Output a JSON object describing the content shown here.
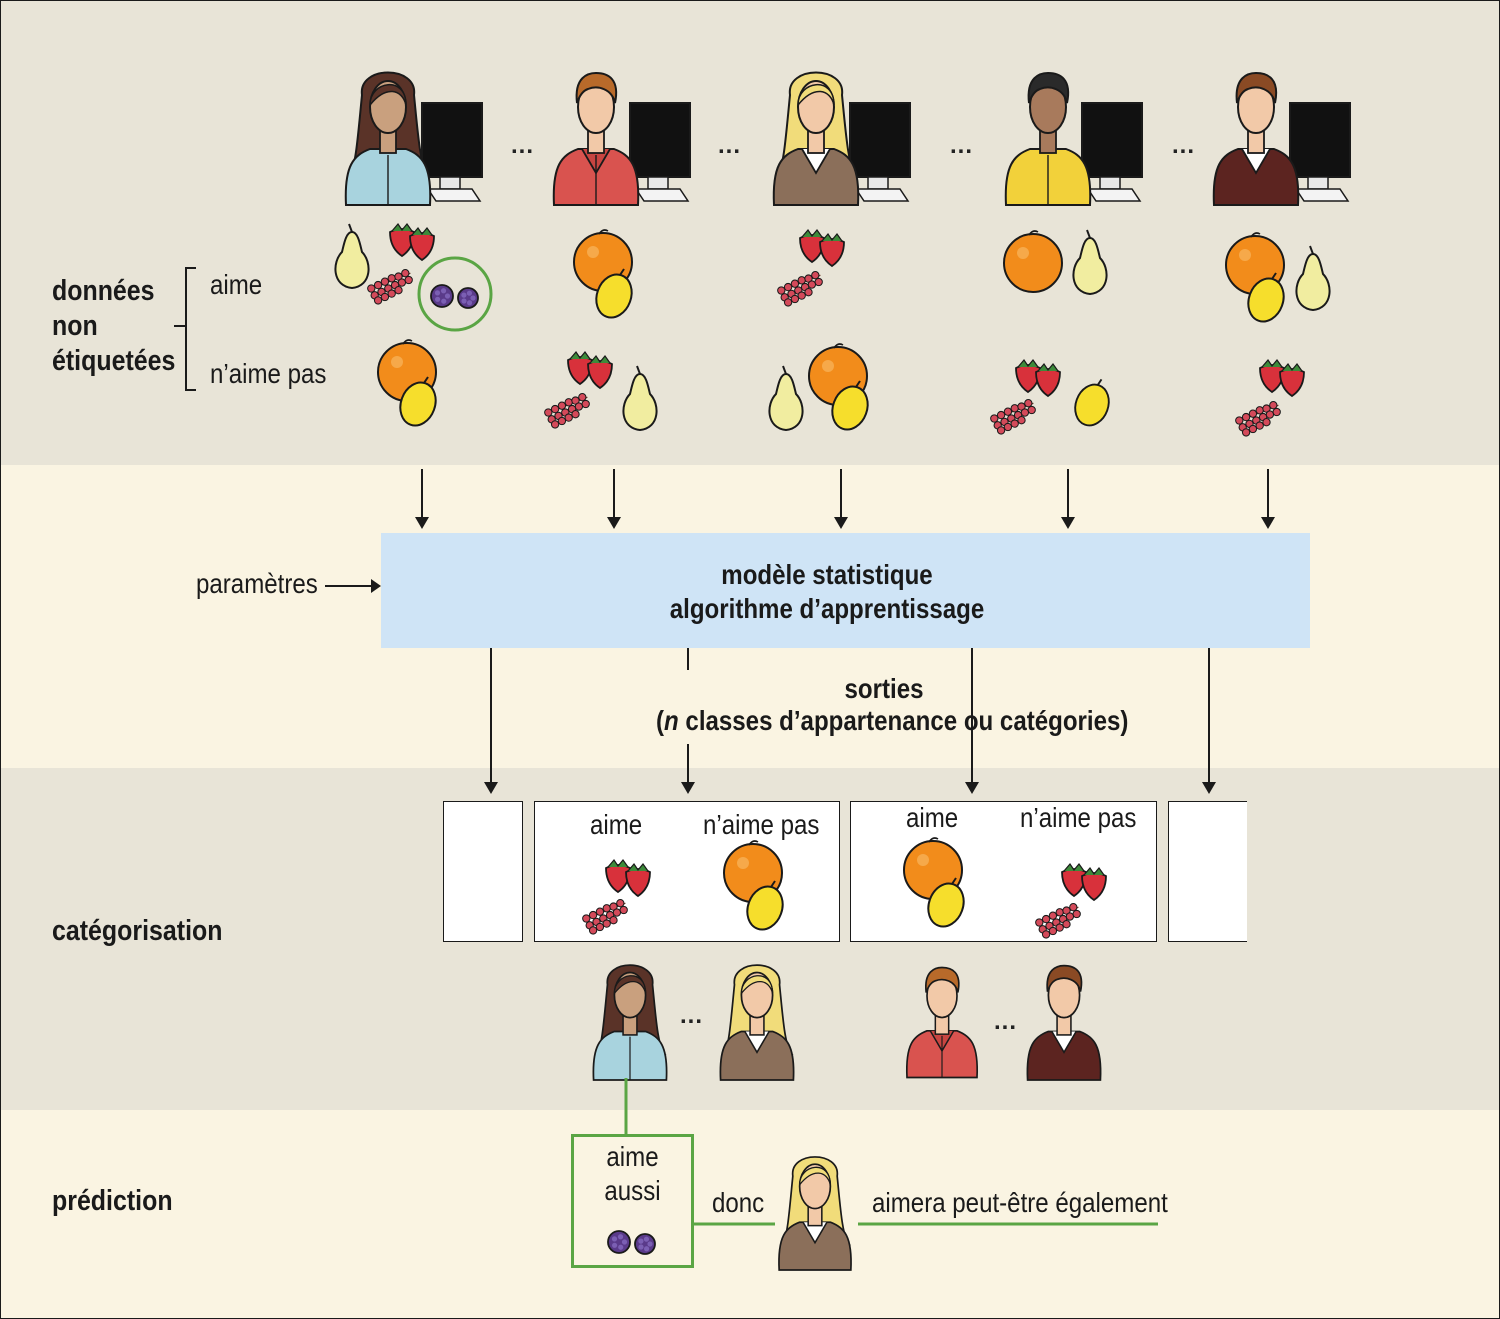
{
  "sections": {
    "donnees": "données\nnon\nétiquetées",
    "categorisation": "catégorisation",
    "prediction": "prédiction"
  },
  "data_labels": {
    "aime": "aime",
    "naime_pas": "n’aime pas"
  },
  "ellipsis": "...",
  "parametres": "paramètres",
  "model": {
    "line1": "modèle statistique",
    "line2": "algorithme d’apprentissage"
  },
  "outputs": {
    "line1": "sorties",
    "line2_italic": "n",
    "line2_rest": " classes d’appartenance ou catégories)",
    "line2_open": "("
  },
  "categories": {
    "aime": "aime",
    "naime_pas": "n’aime pas"
  },
  "prediction": {
    "aime_aussi": "aime\naussi",
    "donc": "donc",
    "aimera": "aimera peut-être également"
  },
  "colors": {
    "band_dark": "#e8e4d7",
    "band_light": "#faf4e2",
    "model_fill": "#cfe4f6",
    "highlight_green": "#5aa544",
    "person_blue_shirt": "#a8d3de",
    "person_red_shirt": "#d9534f",
    "person_brown_jacket": "#8b6f5a",
    "person_yellow_shirt": "#f2d13a",
    "person_maroon_suit": "#5c2420"
  },
  "people": [
    {
      "name": "woman-dark-hair",
      "shirt": "light-blue top",
      "likes": [
        "pear",
        "strawberries",
        "redcurrants",
        "blackberries"
      ],
      "dislikes": [
        "orange",
        "lemon"
      ]
    },
    {
      "name": "man-red-shirt",
      "shirt": "red shirt",
      "likes": [
        "orange",
        "lemon"
      ],
      "dislikes": [
        "strawberries",
        "redcurrants",
        "pear"
      ]
    },
    {
      "name": "woman-blonde",
      "shirt": "brown jacket",
      "likes": [
        "strawberries",
        "redcurrants"
      ],
      "dislikes": [
        "pear",
        "orange",
        "lemon"
      ]
    },
    {
      "name": "man-yellow-shirt",
      "shirt": "yellow polo",
      "likes": [
        "orange",
        "pear"
      ],
      "dislikes": [
        "strawberries",
        "redcurrants",
        "lemon"
      ]
    },
    {
      "name": "woman-suit",
      "shirt": "maroon suit",
      "likes": [
        "orange",
        "lemon",
        "pear"
      ],
      "dislikes": [
        "strawberries",
        "redcurrants"
      ]
    }
  ]
}
